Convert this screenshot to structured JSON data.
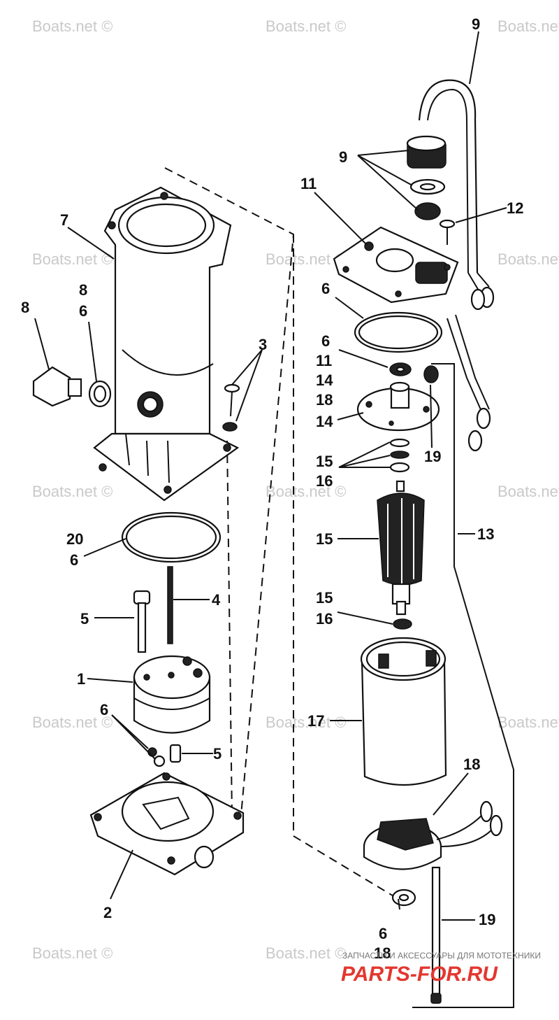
{
  "watermark": "Boats.net ©",
  "labels": {
    "l1": "1",
    "l2": "2",
    "l3": "3",
    "l4": "4",
    "l5a": "5",
    "l5b": "5",
    "l6a": "6",
    "l6b": "6",
    "l6c": "6",
    "l6d": "6",
    "l6e": "6",
    "l6f": "6",
    "l7": "7",
    "l8a": "8",
    "l8b": "8",
    "l9a": "9",
    "l9b": "9",
    "l11a": "11",
    "l11b": "11",
    "l12": "12",
    "l13": "13",
    "l14a": "14",
    "l14b": "14",
    "l15a": "15",
    "l15b": "15",
    "l15c": "15",
    "l16a": "16",
    "l16b": "16",
    "l17": "17",
    "l18a": "18",
    "l18b": "18",
    "l18c": "18",
    "l19a": "19",
    "l19b": "19",
    "l20": "20"
  },
  "footer": {
    "caption": "ЗАПЧАСТИ И АКСЕССУАРЫ ДЛЯ МОТОТЕХНИКИ",
    "brand": "PARTS-FOR.RU",
    "brand_color": "#e3372f"
  }
}
